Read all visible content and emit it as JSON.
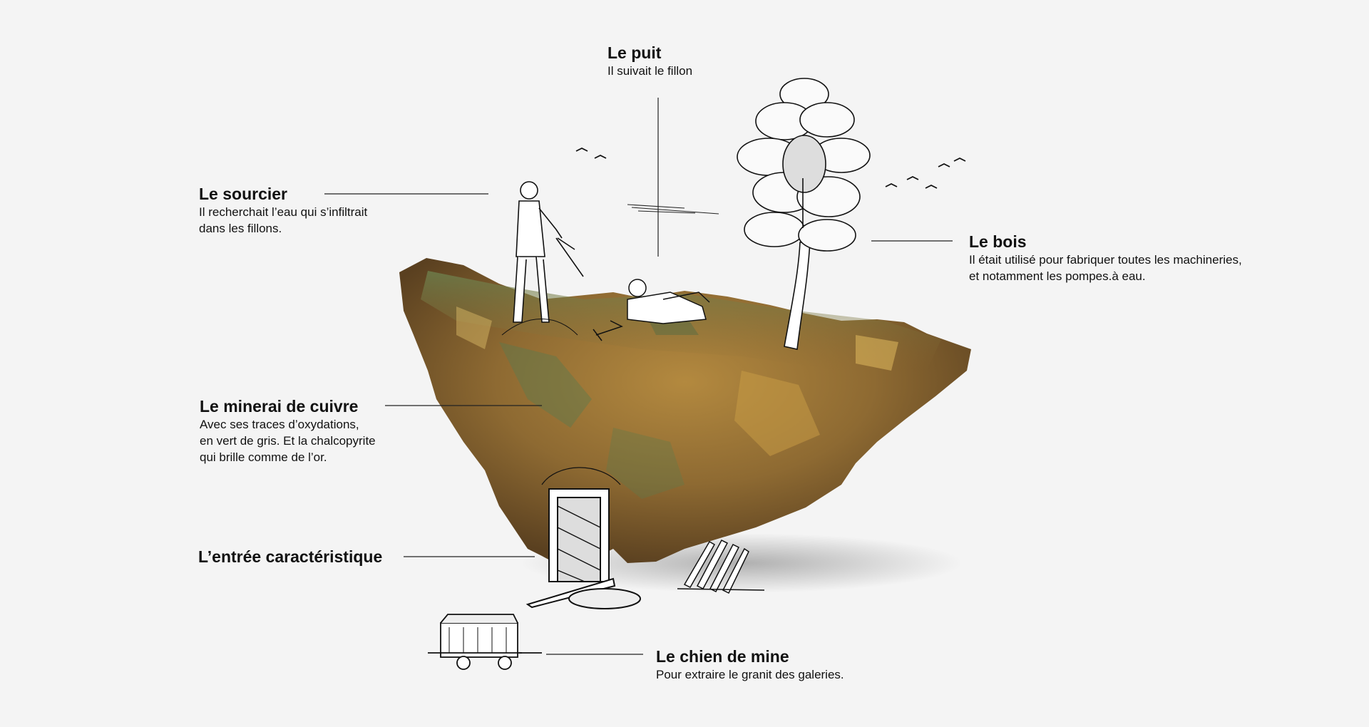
{
  "labels": {
    "puit": {
      "title": "Le puit",
      "desc": [
        "Il suivait le fillon"
      ]
    },
    "sourcier": {
      "title": "Le sourcier",
      "desc": [
        "Il recherchait l’eau qui s’infiltrait",
        "dans les fillons."
      ]
    },
    "bois": {
      "title": "Le bois",
      "desc": [
        "Il était utilisé pour fabriquer toutes les machineries,",
        "et notamment les pompes.à eau."
      ]
    },
    "minerai": {
      "title": "Le minerai de cuivre",
      "desc": [
        "Avec ses traces d’oxydations,",
        "en vert de gris. Et la chalcopyrite",
        "qui brille comme de l’or."
      ]
    },
    "entree": {
      "title": "L’entrée caractéristique"
    },
    "chien": {
      "title": "Le chien de mine",
      "desc": [
        "Pour extraire le granit des galeries."
      ]
    }
  },
  "colors": {
    "background": "#f4f4f4",
    "rock_dark": "#6b4e24",
    "rock_mid": "#8e6a32",
    "rock_light": "#b3893f",
    "rock_green": "#5c7a4e",
    "ink": "#111111"
  },
  "icons": [
    "tree-icon",
    "dowser-figure-icon",
    "miner-figure-icon",
    "mine-entrance-icon",
    "mine-cart-icon",
    "bird-icon",
    "timber-pile-icon"
  ]
}
